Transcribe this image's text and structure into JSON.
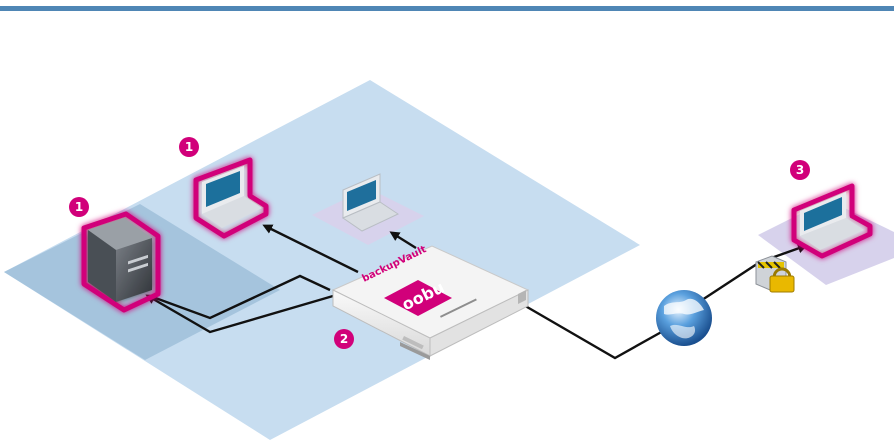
{
  "header_bar": {
    "color": "#4f86b5"
  },
  "colors": {
    "zone": "#c7ddf0",
    "zone_dark": "#9fbfd9",
    "accent": "#d1007a",
    "link": "#111111",
    "guest_pad": "#d7d2ec"
  },
  "callouts": {
    "server": "1",
    "laptop_main": "1",
    "appliance": "2",
    "remote_laptop": "3"
  },
  "appliance": {
    "name": "backupVault",
    "logo": "oobu"
  },
  "icons": {
    "server": "tower-server-icon",
    "laptop": "laptop-icon",
    "globe": "globe-icon",
    "lock": "padlock-icon"
  }
}
